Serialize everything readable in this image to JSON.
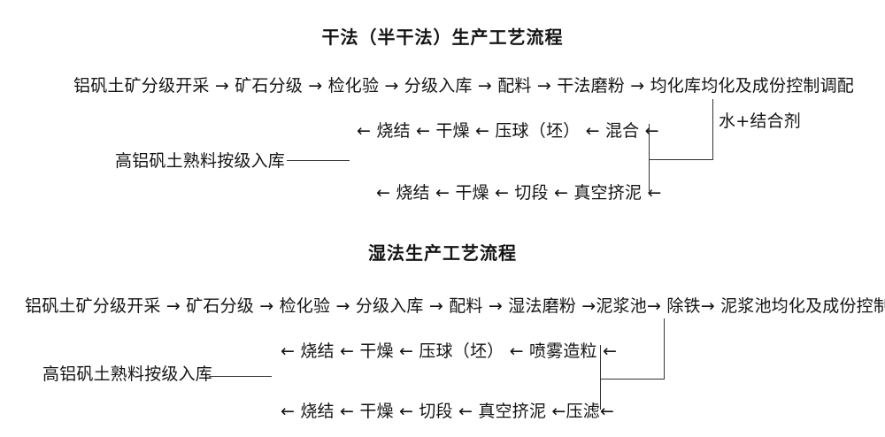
{
  "page": {
    "background_color": "#ffffff",
    "text_color": "#141414",
    "line_color": "#333333"
  },
  "dry_process": {
    "title": "干法（半干法）生产工艺流程",
    "main_flow": {
      "text": "铝矾土矿分级开采 → 矿石分级 → 检化验 → 分级入库 → 配料 → 干法磨粉 → 均化库均化及成份控制调配",
      "steps": [
        "铝矾土矿分级开采",
        "矿石分级",
        "检化验",
        "分级入库",
        "配料",
        "干法磨粉",
        "均化库均化及成份控制调配"
      ]
    },
    "additive_label": "水+结合剂",
    "briquetting_flow": {
      "text": "← 烧结 ← 干燥 ← 压球（坯） ← 混合 ←",
      "steps_right_to_left": [
        "混合",
        "压球（坯）",
        "干燥",
        "烧结"
      ]
    },
    "storage_label": "高铝矾土熟料按级入库",
    "extrusion_flow": {
      "text": "← 烧结 ← 干燥 ← 切段 ← 真空挤泥 ←",
      "steps_right_to_left": [
        "真空挤泥",
        "切段",
        "干燥",
        "烧结"
      ]
    }
  },
  "wet_process": {
    "title": "湿法生产工艺流程",
    "main_flow": {
      "text": "铝矾土矿分级开采 → 矿石分级 → 检化验 → 分级入库 → 配料 → 湿法磨粉 →泥浆池→ 除铁→ 泥浆池均化及成份控制调配",
      "steps": [
        "铝矾土矿分级开采",
        "矿石分级",
        "检化验",
        "分级入库",
        "配料",
        "湿法磨粉",
        "泥浆池",
        "除铁",
        "泥浆池均化及成份控制调配"
      ]
    },
    "granulation_flow": {
      "text": "← 烧结 ← 干燥 ← 压球（坯） ← 喷雾造粒 ←",
      "steps_right_to_left": [
        "喷雾造粒",
        "压球（坯）",
        "干燥",
        "烧结"
      ]
    },
    "storage_label": "高铝矾土熟料按级入库",
    "extrusion_flow": {
      "text": "← 烧结 ← 干燥 ← 切段 ← 真空挤泥 ←压滤←",
      "steps_right_to_left": [
        "压滤",
        "真空挤泥",
        "切段",
        "干燥",
        "烧结"
      ]
    }
  }
}
